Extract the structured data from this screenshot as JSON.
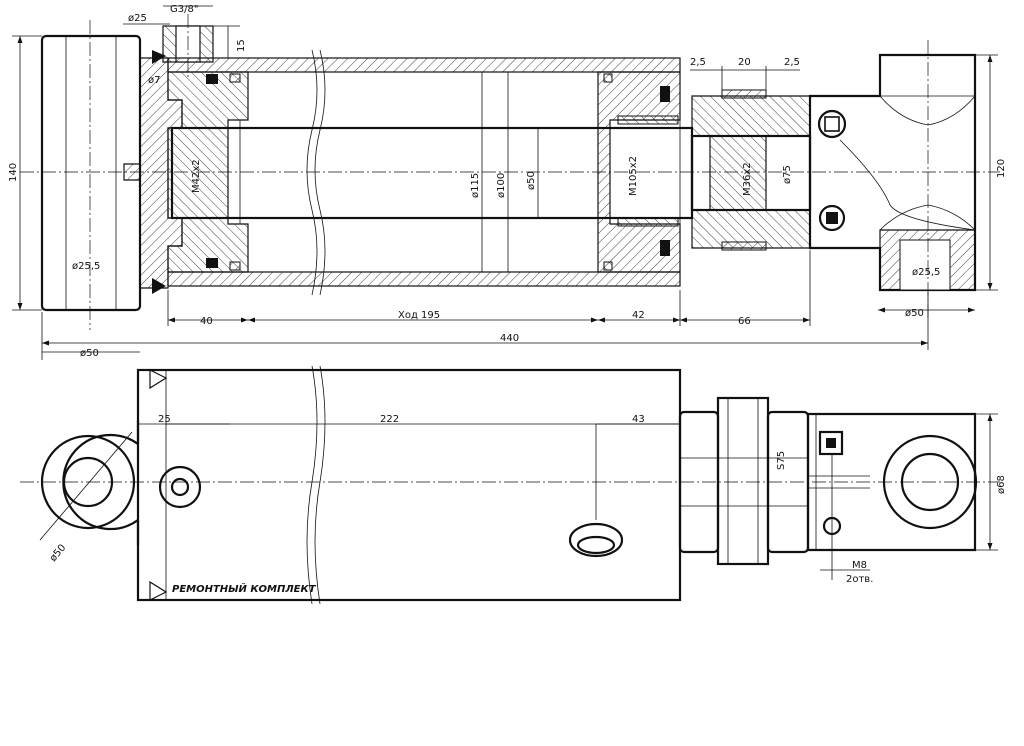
{
  "section_view": {
    "dims": {
      "d25_top": "ø25",
      "thread_port": "G3/8\"",
      "h15": "15",
      "d7": "ø7",
      "h140": "140",
      "d25_5_left": "ø25,5",
      "m42": "M42x2",
      "d115": "ø115",
      "d100": "ø100",
      "d50_rod": "ø50",
      "m105": "M105x2",
      "m36": "M36x2",
      "d75": "ø75",
      "w2_5_a": "2,5",
      "w20": "20",
      "w2_5_b": "2,5",
      "h120": "120",
      "d25_5_right": "ø25,5",
      "d50_right": "ø50",
      "l40": "40",
      "stroke": "Ход 195",
      "l42": "42",
      "l66": "66",
      "l440": "440",
      "d50_left": "ø50"
    }
  },
  "outside_view": {
    "dims": {
      "l25": "25",
      "l222": "222",
      "l43": "43",
      "s75": "S75",
      "d68": "ø68",
      "d50": "ø50",
      "m8": "M8",
      "holes": "2отв."
    },
    "repair_kit": "РЕМОНТНЫЙ КОМПЛЕКТ"
  }
}
